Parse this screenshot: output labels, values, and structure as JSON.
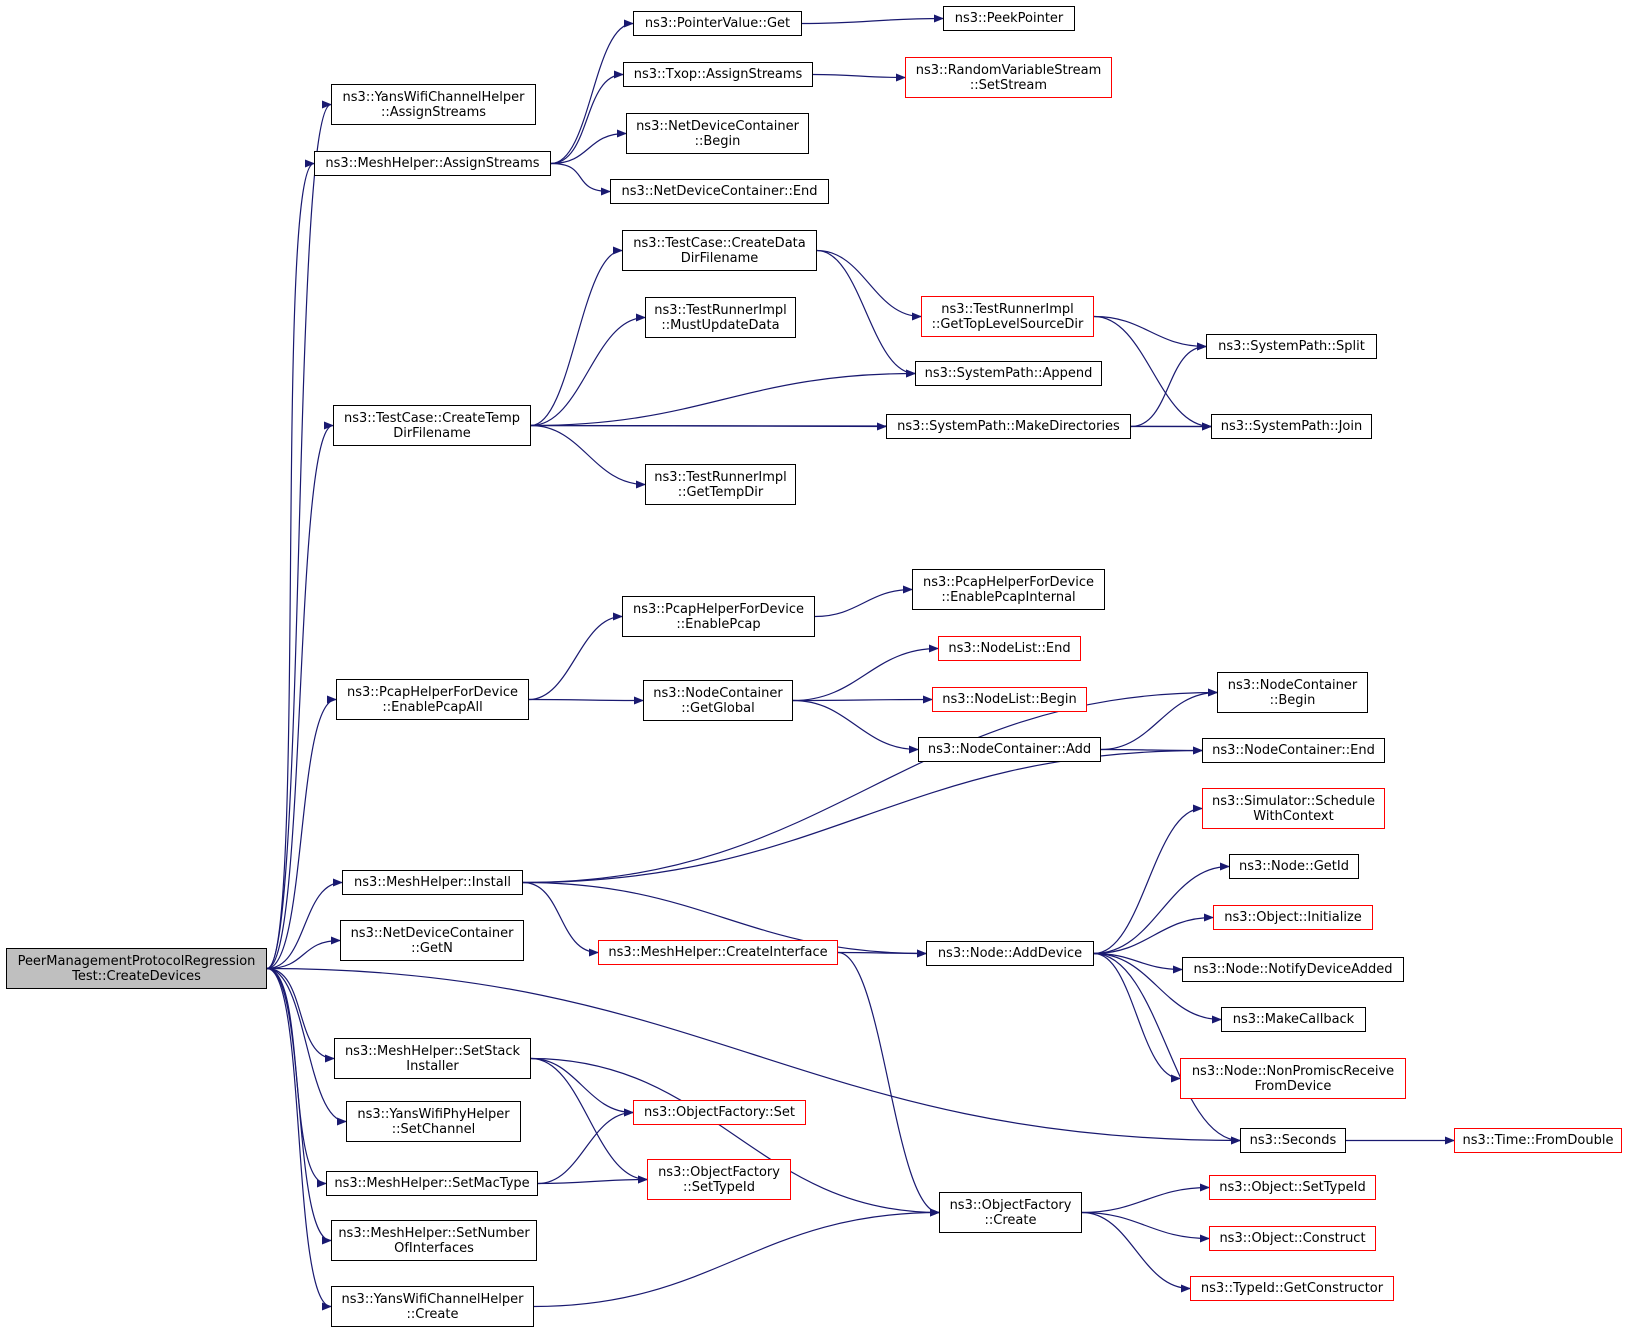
{
  "colors": {
    "edge": "#191970",
    "box_border": "#000000",
    "box_border_incomplete": "#ff0000",
    "root_fill": "#bfbfbf"
  },
  "nodes": [
    {
      "id": "root",
      "lines": [
        "PeerManagementProtocolRegression",
        "Test::CreateDevices"
      ],
      "kind": "root"
    },
    {
      "id": "yans_assign",
      "lines": [
        "ns3::YansWifiChannelHelper",
        "::AssignStreams"
      ],
      "kind": "black"
    },
    {
      "id": "mesh_assign",
      "lines": [
        "ns3::MeshHelper::AssignStreams"
      ],
      "kind": "black"
    },
    {
      "id": "tc_temp",
      "lines": [
        "ns3::TestCase::CreateTemp",
        "DirFilename"
      ],
      "kind": "black"
    },
    {
      "id": "pcap_all",
      "lines": [
        "ns3::PcapHelperForDevice",
        "::EnablePcapAll"
      ],
      "kind": "black"
    },
    {
      "id": "mesh_install",
      "lines": [
        "ns3::MeshHelper::Install"
      ],
      "kind": "black"
    },
    {
      "id": "ndc_getn",
      "lines": [
        "ns3::NetDeviceContainer",
        "::GetN"
      ],
      "kind": "black"
    },
    {
      "id": "mesh_stack",
      "lines": [
        "ns3::MeshHelper::SetStack",
        "Installer"
      ],
      "kind": "black"
    },
    {
      "id": "yansphy_setch",
      "lines": [
        "ns3::YansWifiPhyHelper",
        "::SetChannel"
      ],
      "kind": "black"
    },
    {
      "id": "mesh_mactype",
      "lines": [
        "ns3::MeshHelper::SetMacType"
      ],
      "kind": "black"
    },
    {
      "id": "mesh_numif",
      "lines": [
        "ns3::MeshHelper::SetNumber",
        "OfInterfaces"
      ],
      "kind": "black"
    },
    {
      "id": "yans_create",
      "lines": [
        "ns3::YansWifiChannelHelper",
        "::Create"
      ],
      "kind": "black"
    },
    {
      "id": "ptr_get",
      "lines": [
        "ns3::PointerValue::Get"
      ],
      "kind": "black"
    },
    {
      "id": "txop_assign",
      "lines": [
        "ns3::Txop::AssignStreams"
      ],
      "kind": "black"
    },
    {
      "id": "ndc_begin",
      "lines": [
        "ns3::NetDeviceContainer",
        "::Begin"
      ],
      "kind": "black"
    },
    {
      "id": "ndc_end",
      "lines": [
        "ns3::NetDeviceContainer::End"
      ],
      "kind": "black"
    },
    {
      "id": "tc_data",
      "lines": [
        "ns3::TestCase::CreateData",
        "DirFilename"
      ],
      "kind": "black"
    },
    {
      "id": "tri_must",
      "lines": [
        "ns3::TestRunnerImpl",
        "::MustUpdateData"
      ],
      "kind": "black"
    },
    {
      "id": "tri_temp",
      "lines": [
        "ns3::TestRunnerImpl",
        "::GetTempDir"
      ],
      "kind": "black"
    },
    {
      "id": "pcap_enable",
      "lines": [
        "ns3::PcapHelperForDevice",
        "::EnablePcap"
      ],
      "kind": "black"
    },
    {
      "id": "nc_global",
      "lines": [
        "ns3::NodeContainer",
        "::GetGlobal"
      ],
      "kind": "black"
    },
    {
      "id": "mesh_createif",
      "lines": [
        "ns3::MeshHelper::CreateInterface"
      ],
      "kind": "red"
    },
    {
      "id": "of_set",
      "lines": [
        "ns3::ObjectFactory::Set"
      ],
      "kind": "red"
    },
    {
      "id": "of_settype",
      "lines": [
        "ns3::ObjectFactory",
        "::SetTypeId"
      ],
      "kind": "red"
    },
    {
      "id": "peek",
      "lines": [
        "ns3::PeekPointer"
      ],
      "kind": "black"
    },
    {
      "id": "rvs_set",
      "lines": [
        "ns3::RandomVariableStream",
        "::SetStream"
      ],
      "kind": "red"
    },
    {
      "id": "tri_top",
      "lines": [
        "ns3::TestRunnerImpl",
        "::GetTopLevelSourceDir"
      ],
      "kind": "red"
    },
    {
      "id": "sp_append",
      "lines": [
        "ns3::SystemPath::Append"
      ],
      "kind": "black"
    },
    {
      "id": "sp_mkdir",
      "lines": [
        "ns3::SystemPath::MakeDirectories"
      ],
      "kind": "black"
    },
    {
      "id": "pcap_internal",
      "lines": [
        "ns3::PcapHelperForDevice",
        "::EnablePcapInternal"
      ],
      "kind": "black"
    },
    {
      "id": "nl_end",
      "lines": [
        "ns3::NodeList::End"
      ],
      "kind": "red"
    },
    {
      "id": "nl_begin",
      "lines": [
        "ns3::NodeList::Begin"
      ],
      "kind": "red"
    },
    {
      "id": "nc_add",
      "lines": [
        "ns3::NodeContainer::Add"
      ],
      "kind": "black"
    },
    {
      "id": "node_adddev",
      "lines": [
        "ns3::Node::AddDevice"
      ],
      "kind": "black"
    },
    {
      "id": "of_create",
      "lines": [
        "ns3::ObjectFactory",
        "::Create"
      ],
      "kind": "black"
    },
    {
      "id": "sp_split",
      "lines": [
        "ns3::SystemPath::Split"
      ],
      "kind": "black"
    },
    {
      "id": "sp_join",
      "lines": [
        "ns3::SystemPath::Join"
      ],
      "kind": "black"
    },
    {
      "id": "nc_begin",
      "lines": [
        "ns3::NodeContainer",
        "::Begin"
      ],
      "kind": "black"
    },
    {
      "id": "nc_end",
      "lines": [
        "ns3::NodeContainer::End"
      ],
      "kind": "black"
    },
    {
      "id": "sim_sched",
      "lines": [
        "ns3::Simulator::Schedule",
        "WithContext"
      ],
      "kind": "red"
    },
    {
      "id": "node_getid",
      "lines": [
        "ns3::Node::GetId"
      ],
      "kind": "black"
    },
    {
      "id": "obj_init",
      "lines": [
        "ns3::Object::Initialize"
      ],
      "kind": "red"
    },
    {
      "id": "node_notify",
      "lines": [
        "ns3::Node::NotifyDeviceAdded"
      ],
      "kind": "black"
    },
    {
      "id": "make_cb",
      "lines": [
        "ns3::MakeCallback"
      ],
      "kind": "black"
    },
    {
      "id": "node_nonprom",
      "lines": [
        "ns3::Node::NonPromiscReceive",
        "FromDevice"
      ],
      "kind": "red"
    },
    {
      "id": "seconds",
      "lines": [
        "ns3::Seconds"
      ],
      "kind": "black"
    },
    {
      "id": "obj_settype",
      "lines": [
        "ns3::Object::SetTypeId"
      ],
      "kind": "red"
    },
    {
      "id": "obj_construct",
      "lines": [
        "ns3::Object::Construct"
      ],
      "kind": "red"
    },
    {
      "id": "typeid_ctor",
      "lines": [
        "ns3::TypeId::GetConstructor"
      ],
      "kind": "red"
    },
    {
      "id": "time_fromdouble",
      "lines": [
        "ns3::Time::FromDouble"
      ],
      "kind": "red"
    }
  ],
  "edges": [
    [
      "root",
      "yans_assign"
    ],
    [
      "root",
      "mesh_assign"
    ],
    [
      "root",
      "tc_temp"
    ],
    [
      "root",
      "pcap_all"
    ],
    [
      "root",
      "mesh_install"
    ],
    [
      "root",
      "ndc_getn"
    ],
    [
      "root",
      "mesh_stack"
    ],
    [
      "root",
      "yansphy_setch"
    ],
    [
      "root",
      "mesh_mactype"
    ],
    [
      "root",
      "mesh_numif"
    ],
    [
      "root",
      "yans_create"
    ],
    [
      "root",
      "seconds"
    ],
    [
      "mesh_assign",
      "ptr_get"
    ],
    [
      "mesh_assign",
      "txop_assign"
    ],
    [
      "mesh_assign",
      "ndc_begin"
    ],
    [
      "mesh_assign",
      "ndc_end"
    ],
    [
      "ptr_get",
      "peek"
    ],
    [
      "txop_assign",
      "rvs_set"
    ],
    [
      "tc_temp",
      "tc_data"
    ],
    [
      "tc_temp",
      "tri_must"
    ],
    [
      "tc_temp",
      "sp_append"
    ],
    [
      "tc_temp",
      "sp_mkdir"
    ],
    [
      "tc_temp",
      "tri_temp"
    ],
    [
      "tc_temp",
      "sp_join"
    ],
    [
      "tc_data",
      "tri_top"
    ],
    [
      "tc_data",
      "sp_append"
    ],
    [
      "tri_top",
      "sp_split"
    ],
    [
      "tri_top",
      "sp_join"
    ],
    [
      "sp_mkdir",
      "sp_split"
    ],
    [
      "sp_mkdir",
      "sp_join"
    ],
    [
      "pcap_all",
      "pcap_enable"
    ],
    [
      "pcap_all",
      "nc_global"
    ],
    [
      "pcap_enable",
      "pcap_internal"
    ],
    [
      "nc_global",
      "nl_end"
    ],
    [
      "nc_global",
      "nl_begin"
    ],
    [
      "nc_global",
      "nc_add"
    ],
    [
      "nc_add",
      "nc_begin"
    ],
    [
      "nc_add",
      "nc_end"
    ],
    [
      "mesh_install",
      "nc_begin"
    ],
    [
      "mesh_install",
      "nc_end"
    ],
    [
      "mesh_install",
      "mesh_createif"
    ],
    [
      "mesh_install",
      "node_adddev"
    ],
    [
      "mesh_createif",
      "node_adddev"
    ],
    [
      "mesh_createif",
      "of_create"
    ],
    [
      "node_adddev",
      "sim_sched"
    ],
    [
      "node_adddev",
      "node_getid"
    ],
    [
      "node_adddev",
      "obj_init"
    ],
    [
      "node_adddev",
      "node_notify"
    ],
    [
      "node_adddev",
      "make_cb"
    ],
    [
      "node_adddev",
      "node_nonprom"
    ],
    [
      "node_adddev",
      "seconds"
    ],
    [
      "seconds",
      "time_fromdouble"
    ],
    [
      "mesh_stack",
      "of_set"
    ],
    [
      "mesh_stack",
      "of_settype"
    ],
    [
      "mesh_stack",
      "of_create"
    ],
    [
      "mesh_mactype",
      "of_set"
    ],
    [
      "mesh_mactype",
      "of_settype"
    ],
    [
      "yans_create",
      "of_create"
    ],
    [
      "of_create",
      "obj_settype"
    ],
    [
      "of_create",
      "obj_construct"
    ],
    [
      "of_create",
      "typeid_ctor"
    ]
  ]
}
